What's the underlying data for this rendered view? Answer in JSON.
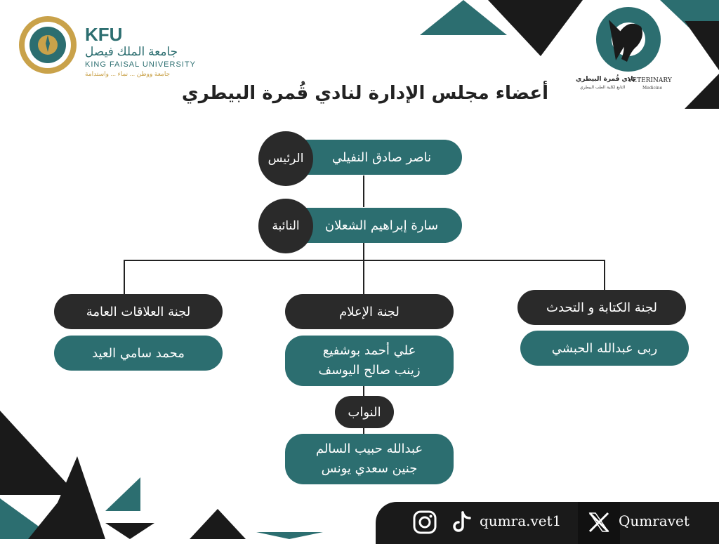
{
  "colors": {
    "teal": "#2c6e70",
    "dark": "#2a2a2a",
    "background": "#ffffff"
  },
  "logo_left": {
    "abbr": "KFU",
    "arabic_name": "جامعة الملك فيصل",
    "english_name": "KING FAISAL UNIVERSITY",
    "tagline": "جامعة ووطن ... نماء ... واستدامة"
  },
  "logo_right": {
    "club_name": "نادي قُمرة البيطري",
    "veterinary": "VETERINARY",
    "medicine": "Medicine",
    "subline": "التابع لكلية الطب البيطري"
  },
  "title": "أعضاء مجلس الإدارة لنادي قُمرة البيطري",
  "president": {
    "role": "الرئيس",
    "name": "ناصر صادق النفيلي"
  },
  "vice_president": {
    "role": "النائبة",
    "name": "سارة إبراهيم الشعلان"
  },
  "committees": {
    "public_relations": {
      "title": "لجنة العلاقات العامة",
      "members": [
        "محمد سامي العيد"
      ]
    },
    "media": {
      "title": "لجنة الإعلام",
      "members": [
        "علي أحمد بوشفيع",
        "زينب صالح اليوسف"
      ],
      "deputies_label": "النواب",
      "deputies": [
        "عبدالله حبيب السالم",
        "جنين سعدي يونس"
      ]
    },
    "writing_speaking": {
      "title": "لجنة الكتابة و التحدث",
      "members": [
        "ربى عبدالله الحبشي"
      ]
    }
  },
  "social": {
    "instagram_tiktok_handle": "qumra.vet1",
    "x_handle": "Qumravet"
  }
}
